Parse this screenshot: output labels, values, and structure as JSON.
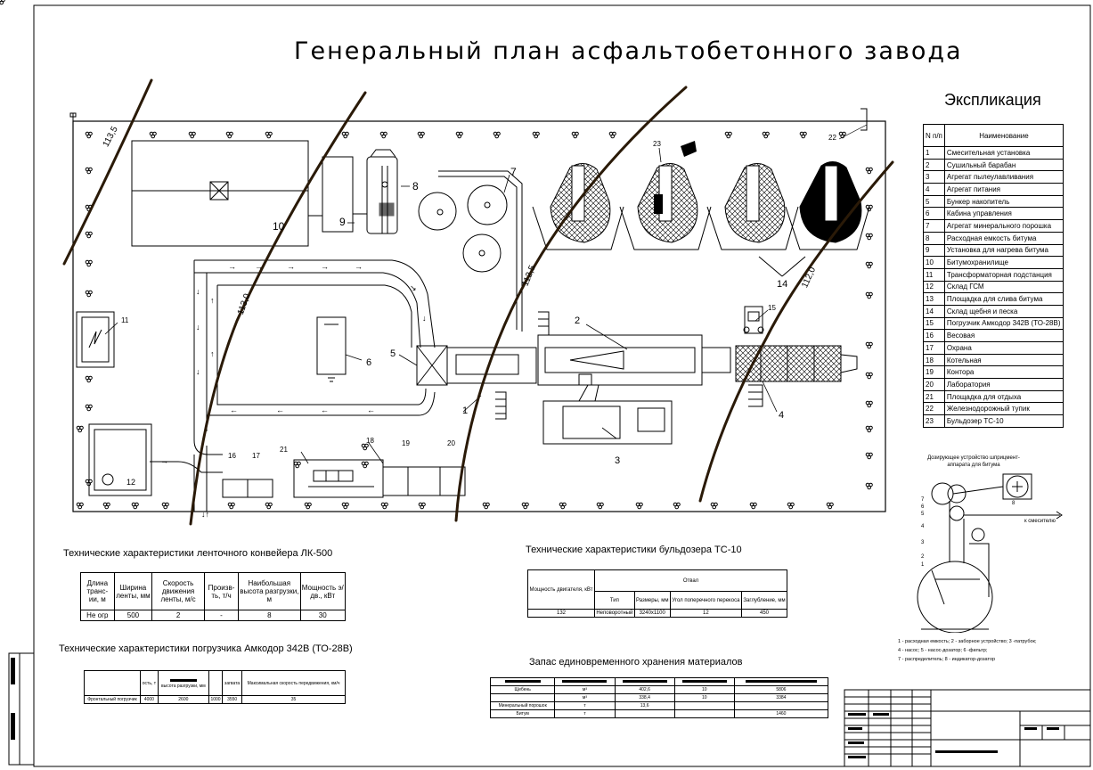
{
  "title": "Генеральный план асфальтобетонного завода",
  "explication": {
    "title": "Экспликация",
    "header_num": "N п/п",
    "header_name": "Наименование",
    "items": [
      {
        "n": "1",
        "name": "Смесительная установка"
      },
      {
        "n": "2",
        "name": "Сушильный барабан"
      },
      {
        "n": "3",
        "name": "Агрегат пылеулавливания"
      },
      {
        "n": "4",
        "name": "Агрегат питания"
      },
      {
        "n": "5",
        "name": "Бункер накопитель"
      },
      {
        "n": "6",
        "name": "Кабина управления"
      },
      {
        "n": "7",
        "name": "Агрегат минерального порошка"
      },
      {
        "n": "8",
        "name": "Расходная емкость битума"
      },
      {
        "n": "9",
        "name": "Установка для нагрева битума"
      },
      {
        "n": "10",
        "name": "Битумохранилище"
      },
      {
        "n": "11",
        "name": "Трансформаторная подстанция"
      },
      {
        "n": "12",
        "name": "Склад ГСМ"
      },
      {
        "n": "13",
        "name": "Площадка для слива битума"
      },
      {
        "n": "14",
        "name": "Склад щебня и песка"
      },
      {
        "n": "15",
        "name": "Погрузчик Амкодор 342В (ТО-28В)"
      },
      {
        "n": "16",
        "name": "Весовая"
      },
      {
        "n": "17",
        "name": "Охрана"
      },
      {
        "n": "18",
        "name": "Котельная"
      },
      {
        "n": "19",
        "name": "Контора"
      },
      {
        "n": "20",
        "name": "Лаборатория"
      },
      {
        "n": "21",
        "name": "Площадка для отдыха"
      },
      {
        "n": "22",
        "name": "Железнодорожный тупик"
      },
      {
        "n": "23",
        "name": "Бульдозер ТС-10"
      }
    ]
  },
  "plan": {
    "contours": [
      "113,5",
      "113,0",
      "112,5",
      "112,0"
    ],
    "labels": [
      "1",
      "2",
      "3",
      "4",
      "5",
      "6",
      "7",
      "8",
      "9",
      "10",
      "11",
      "12",
      "14",
      "15",
      "16",
      "17",
      "18",
      "19",
      "20",
      "21",
      "22",
      "23"
    ]
  },
  "conveyor": {
    "title": "Технические характеристики ленточного конвейера ЛК-500",
    "headers": [
      "Длина транс-ии, м",
      "Ширина ленты, мм",
      "Скорость движения ленты, м/с",
      "Произв-ть, т/ч",
      "Наибольшая высота разгрузки, м",
      "Мощность э/дв., кВт"
    ],
    "row": [
      "Не огр",
      "500",
      "2",
      "-",
      "8",
      "30"
    ]
  },
  "bulldozer": {
    "title": "Технические характеристики бульдозера ТС-10",
    "power_label": "Мощность двигателя, кВт",
    "group": "Отвал",
    "headers": [
      "Тип",
      "Размеры, мм",
      "Угол поперечного перекоса",
      "Заглубление, мм"
    ],
    "row": [
      "132",
      "Неповоротный",
      "3240х1100",
      "12",
      "450"
    ]
  },
  "loader": {
    "title": "Технические характеристики погрузчика Амкодор 342В (ТО-28В)",
    "headers": [
      "ость, т",
      "высота разгрузки, мм",
      "загвата",
      "Максимальная скорость передвижения, км/ч"
    ],
    "row": [
      "Фронтальный погрузчик",
      "4000",
      "2600",
      "1000",
      "3550",
      "35"
    ]
  },
  "storage": {
    "title": "Запас единовременного хранения материалов",
    "rows": [
      {
        "name": "Щебень",
        "unit": "м³",
        "v1": "402,6",
        "v2": "10",
        "v3": "5806"
      },
      {
        "name": "",
        "unit": "м³",
        "v1": "338,4",
        "v2": "10",
        "v3": "3384"
      },
      {
        "name": "Минеральный порошок",
        "unit": "т",
        "v1": "13,6",
        "v2": "",
        "v3": ""
      },
      {
        "name": "Битум",
        "unit": "т",
        "v1": "",
        "v2": "",
        "v3": "1460"
      }
    ]
  },
  "bitumen_device": {
    "title": "Дозирующее устройство шприцмент-аппарата для битума",
    "to_mixer": "к смесителю",
    "legend1": "1 - расходная емкость; 2 - заборное устройство; 3 -патрубок;",
    "legend2": "4 - насос; 5 - насос-дозатор; 6 -фильтр;",
    "legend3": "7 - распределитель; 8 - индикатор-дозатор"
  }
}
